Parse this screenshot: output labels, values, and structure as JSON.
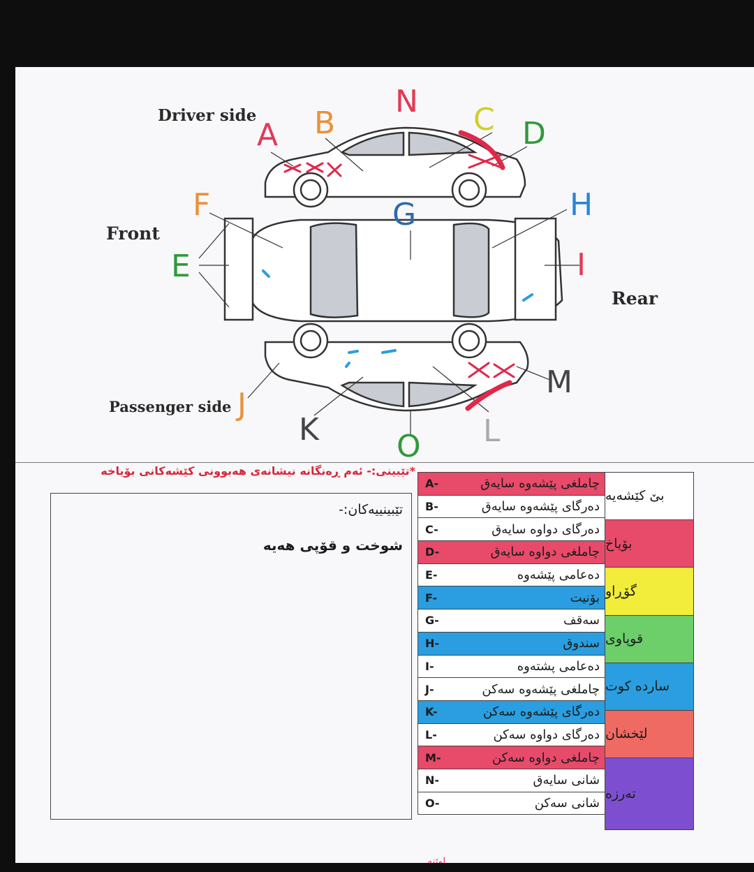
{
  "headers": {
    "driver_side": "Driver side",
    "front": "Front",
    "rear": "Rear",
    "passenger_side": "Passenger side"
  },
  "letters": {
    "A": {
      "text": "A",
      "color": "#e23a55"
    },
    "B": {
      "text": "B",
      "color": "#e8923c"
    },
    "C": {
      "text": "C",
      "color": "#cfcf2a"
    },
    "D": {
      "text": "D",
      "color": "#2f9a3a"
    },
    "E": {
      "text": "E",
      "color": "#2f9a3a"
    },
    "F": {
      "text": "F",
      "color": "#e8923c"
    },
    "G": {
      "text": "G",
      "color": "#2f6aa6"
    },
    "H": {
      "text": "H",
      "color": "#2a86d6"
    },
    "I": {
      "text": "I",
      "color": "#e23a55"
    },
    "J": {
      "text": "J",
      "color": "#e8923c"
    },
    "K": {
      "text": "K",
      "color": "#444444"
    },
    "L": {
      "text": "L",
      "color": "#aaaaaa"
    },
    "M": {
      "text": "M",
      "color": "#444444"
    },
    "N": {
      "text": "N",
      "color": "#e23a55"
    },
    "O": {
      "text": "O",
      "color": "#2f9a3a"
    }
  },
  "note": "*تێبینی:- ئەم ڕەنگانە نیشانەی هەبوونی کێشەکانی بۆیاخە",
  "notes_box": {
    "title": "تێبینییەکان:-",
    "text": "شوخت و قۆپی هەیە"
  },
  "parts": [
    {
      "code": "A-",
      "label": "چاملغی پێشەوە سایەق",
      "color": "#e84a6a"
    },
    {
      "code": "B-",
      "label": "دەرگای پێشەوە سایەق",
      "color": "#ffffff"
    },
    {
      "code": "C-",
      "label": "دەرگای دواوە سایەق",
      "color": "#ffffff"
    },
    {
      "code": "D-",
      "label": "چاملغی دواوە سایەق",
      "color": "#e84a6a"
    },
    {
      "code": "E-",
      "label": "دەعامی پێشەوە",
      "color": "#ffffff"
    },
    {
      "code": "F-",
      "label": "بۆنیت",
      "color": "#2a9ee0"
    },
    {
      "code": "G-",
      "label": "سەقف",
      "color": "#ffffff"
    },
    {
      "code": "H-",
      "label": "سندوق",
      "color": "#2a9ee0"
    },
    {
      "code": "I-",
      "label": "دەعامی پشتەوە",
      "color": "#ffffff"
    },
    {
      "code": "J-",
      "label": "چاملغی پێشەوە سەکن",
      "color": "#ffffff"
    },
    {
      "code": "K-",
      "label": "دەرگای پێشەوە سەکن",
      "color": "#2a9ee0"
    },
    {
      "code": "L-",
      "label": "دەرگای دواوە سەکن",
      "color": "#ffffff"
    },
    {
      "code": "M-",
      "label": "چاملغی دواوە سەکن",
      "color": "#e84a6a"
    },
    {
      "code": "N-",
      "label": "شانی سایەق",
      "color": "#ffffff"
    },
    {
      "code": "O-",
      "label": "شانی سەکن",
      "color": "#ffffff"
    }
  ],
  "legend": [
    {
      "label": "بێ کێشەیە",
      "color": "#ffffff",
      "rows": 2
    },
    {
      "label": "بۆیاخ",
      "color": "#e84a6a",
      "rows": 2
    },
    {
      "label": "گۆڕاو",
      "color": "#f2ec3a",
      "rows": 2
    },
    {
      "label": "قوپاوی",
      "color": "#6ccf6a",
      "rows": 2
    },
    {
      "label": "ساردە کوت",
      "color": "#2a9ee0",
      "rows": 2
    },
    {
      "label": "لێخشان",
      "color": "#ee6a62",
      "rows": 2
    },
    {
      "label": "تەرزە",
      "color": "#7d4fd0",
      "rows": 3
    }
  ],
  "footer_scrap": "اوێنە"
}
